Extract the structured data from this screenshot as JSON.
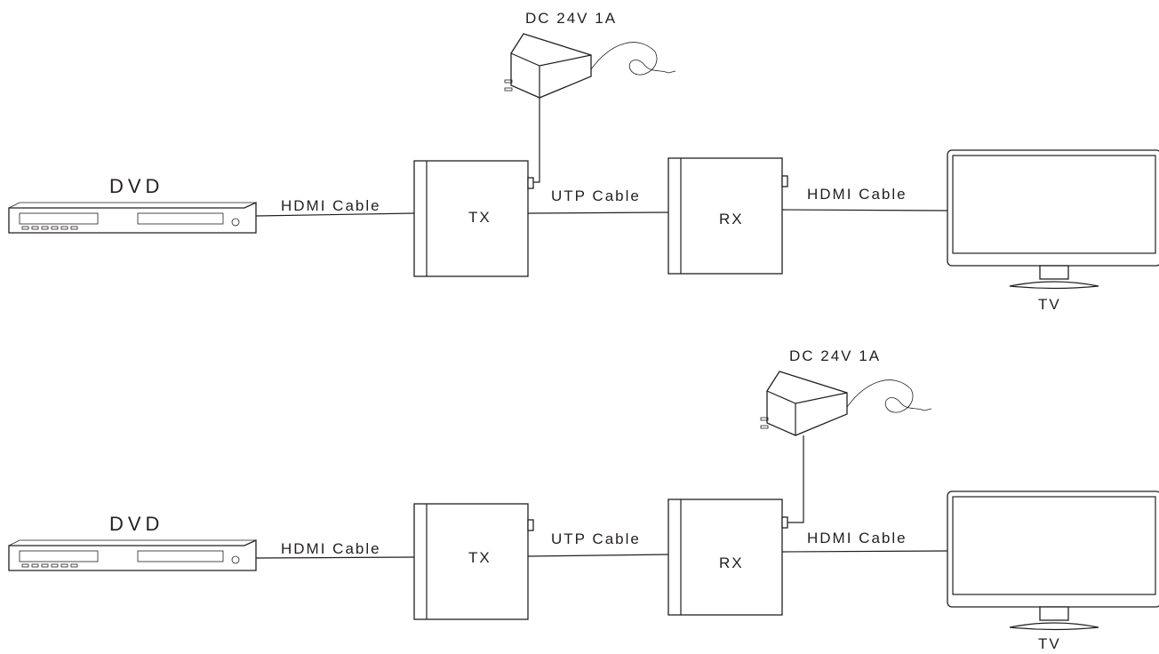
{
  "diagrams": [
    {
      "dvd_label": "DVD",
      "power_label": "DC 24V 1A",
      "tx_label": "TX",
      "rx_label": "RX",
      "tv_label": "TV",
      "hdmi_in_label": "HDMI Cable",
      "utp_label": "UTP Cable",
      "hdmi_out_label": "HDMI Cable",
      "power_attached_to": "TX"
    },
    {
      "dvd_label": "DVD",
      "power_label": "DC 24V 1A",
      "tx_label": "TX",
      "rx_label": "RX",
      "tv_label": "TV",
      "hdmi_in_label": "HDMI Cable",
      "utp_label": "UTP Cable",
      "hdmi_out_label": "HDMI Cable",
      "power_attached_to": "RX"
    }
  ],
  "colors": {
    "line": "#231f20",
    "background": "#ffffff"
  }
}
